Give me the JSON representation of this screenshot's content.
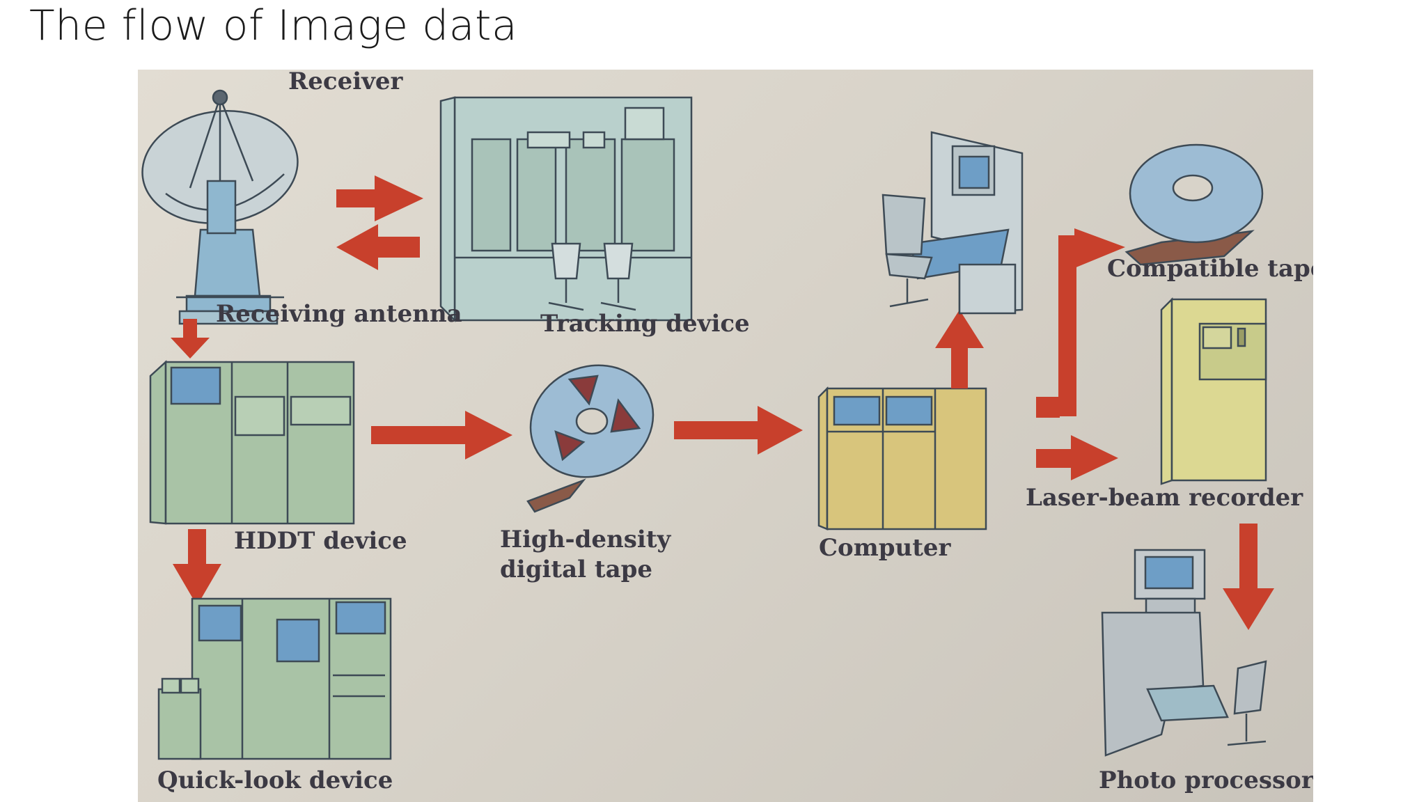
{
  "slide": {
    "title": "The flow of Image data"
  },
  "diagram": {
    "labels": {
      "receiver": "Receiver",
      "receiving_antenna": "Receiving antenna",
      "tracking_device": "Tracking device",
      "hddt_device": "HDDT device",
      "high_density_tape_line1": "High-density",
      "high_density_tape_line2": "digital tape",
      "computer": "Computer",
      "compatible_tape": "Compatible tape",
      "laser_beam_recorder": "Laser-beam recorder",
      "quick_look_device": "Quick-look device",
      "photo_processor": "Photo processor"
    },
    "colors": {
      "arrow": "#c8402c",
      "equipment_green": "#a9c3a6",
      "equipment_yellow": "#d8c57c",
      "screen_blue": "#6e9ec6",
      "background": "#dcd7cd",
      "label_text": "#3c3a44"
    }
  }
}
